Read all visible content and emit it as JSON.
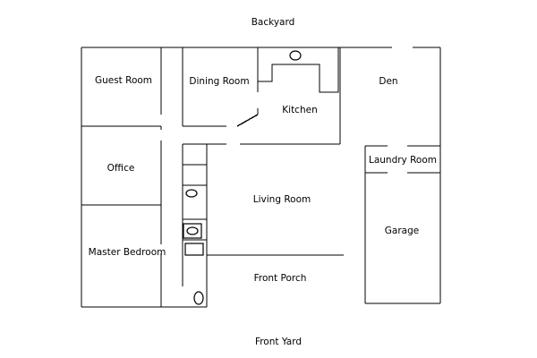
{
  "yard": {
    "backyard": "Backyard",
    "front_yard": "Front Yard",
    "front_porch": "Front Porch"
  },
  "rooms": {
    "guest_room": "Guest Room",
    "dining_room": "Dining Room",
    "kitchen": "Kitchen",
    "den": "Den",
    "office": "Office",
    "laundry_room": "Laundry Room",
    "living_room": "Living Room",
    "garage": "Garage",
    "master_bedroom": "Master Bedroom"
  }
}
